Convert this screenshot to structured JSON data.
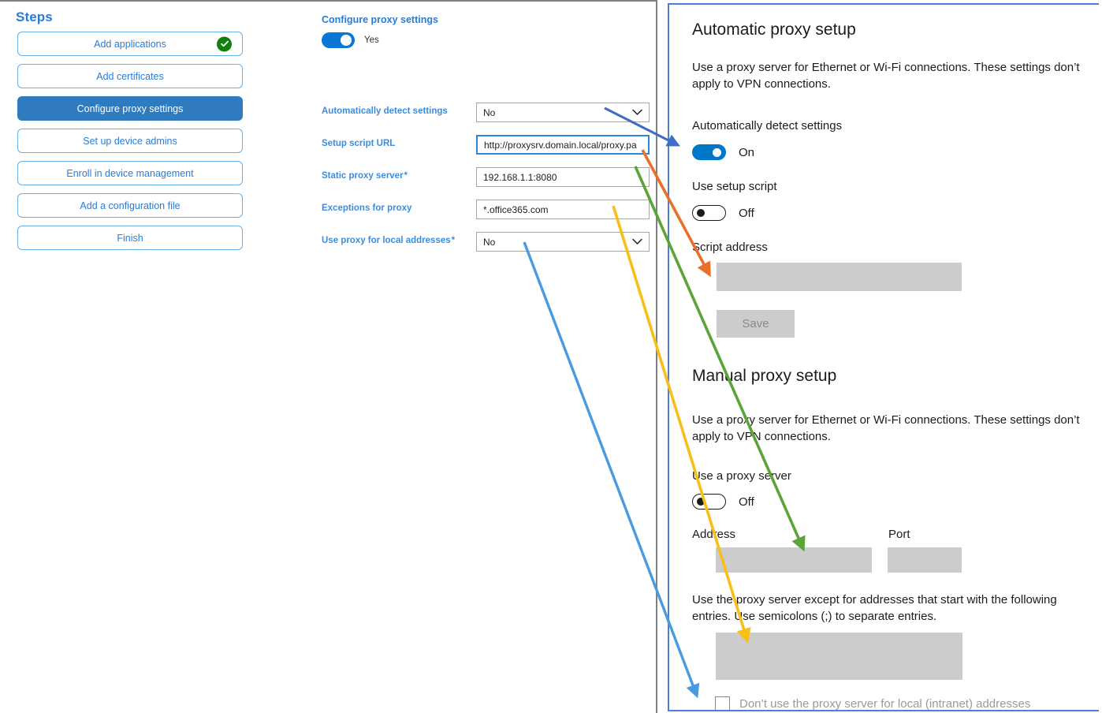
{
  "steps_panel": {
    "title": "Steps",
    "items": [
      {
        "label": "Add applications",
        "state": "complete",
        "icon": "check-circle-icon"
      },
      {
        "label": "Add certificates",
        "state": "default"
      },
      {
        "label": "Configure proxy settings",
        "state": "active"
      },
      {
        "label": "Set up device admins",
        "state": "default"
      },
      {
        "label": "Enroll in device management",
        "state": "default"
      },
      {
        "label": "Add a configuration file",
        "state": "default"
      },
      {
        "label": "Finish",
        "state": "default"
      }
    ]
  },
  "form": {
    "title": "Configure proxy settings",
    "enable_toggle": {
      "value": "Yes",
      "state": "on"
    },
    "fields": [
      {
        "label": "Automatically detect settings",
        "required": false,
        "type": "select",
        "value": "No",
        "focused": false,
        "icon": "chevron-down-icon"
      },
      {
        "label": "Setup script URL",
        "required": false,
        "type": "text",
        "value": "http://proxysrv.domain.local/proxy.pa",
        "focused": true
      },
      {
        "label": "Static proxy server",
        "required": true,
        "type": "text",
        "value": "192.168.1.1:8080",
        "focused": false
      },
      {
        "label": "Exceptions for proxy",
        "required": false,
        "type": "text",
        "value": "*.office365.com",
        "focused": false
      },
      {
        "label": "Use proxy for local addresses",
        "required": true,
        "type": "select",
        "value": "No",
        "focused": false,
        "icon": "chevron-down-icon"
      }
    ]
  },
  "windows_settings": {
    "automatic": {
      "heading": "Automatic proxy setup",
      "description": "Use a proxy server for Ethernet or Wi-Fi connections. These settings don’t apply to VPN connections.",
      "auto_detect_label": "Automatically detect settings",
      "auto_detect_state": "On",
      "setup_script_label": "Use setup script",
      "setup_script_state": "Off",
      "script_address_label": "Script address",
      "script_address_value": "",
      "save_label": "Save"
    },
    "manual": {
      "heading": "Manual proxy setup",
      "description": "Use a proxy server for Ethernet or Wi-Fi connections. These settings don’t apply to VPN connections.",
      "use_proxy_label": "Use a proxy server",
      "use_proxy_state": "Off",
      "address_label": "Address",
      "address_value": "",
      "port_label": "Port",
      "port_value": "",
      "exceptions_description": "Use the proxy server except for addresses that start with the following entries. Use semicolons (;) to separate entries.",
      "exceptions_value": "",
      "local_checkbox_label": "Don’t use the proxy server for local (intranet) addresses",
      "local_checkbox_checked": false
    }
  },
  "annotations": {
    "mappings": [
      {
        "name": "auto-detect-mapping",
        "color": "#3f6fc4",
        "from": "Automatically detect settings",
        "to": "Automatically detect settings toggle"
      },
      {
        "name": "setup-script-url-mapping",
        "color": "#e8702a",
        "from": "Setup script URL",
        "to": "Script address"
      },
      {
        "name": "static-proxy-server-mapping",
        "color": "#5aa43a",
        "from": "Static proxy server",
        "to": "Address"
      },
      {
        "name": "exceptions-mapping",
        "color": "#f6c018",
        "from": "Exceptions for proxy",
        "to": "Exceptions text box"
      },
      {
        "name": "local-addresses-mapping",
        "color": "#4a9ae0",
        "from": "Use proxy for local addresses",
        "to": "Don’t use the proxy server for local (intranet) addresses"
      }
    ]
  }
}
